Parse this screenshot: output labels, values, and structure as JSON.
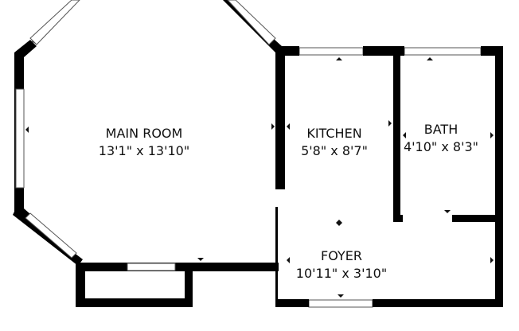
{
  "rooms": [
    {
      "name": "MAIN ROOM",
      "size": "13'1\" x 13'10\""
    },
    {
      "name": "KITCHEN",
      "size": "5'8\" x 8'7\""
    },
    {
      "name": "BATH",
      "size": "4'10\" x 8'3\""
    },
    {
      "name": "FOYER",
      "size": "10'11\" x 3'10\""
    }
  ],
  "colors": {
    "wall": "#000000",
    "background": "#ffffff"
  }
}
